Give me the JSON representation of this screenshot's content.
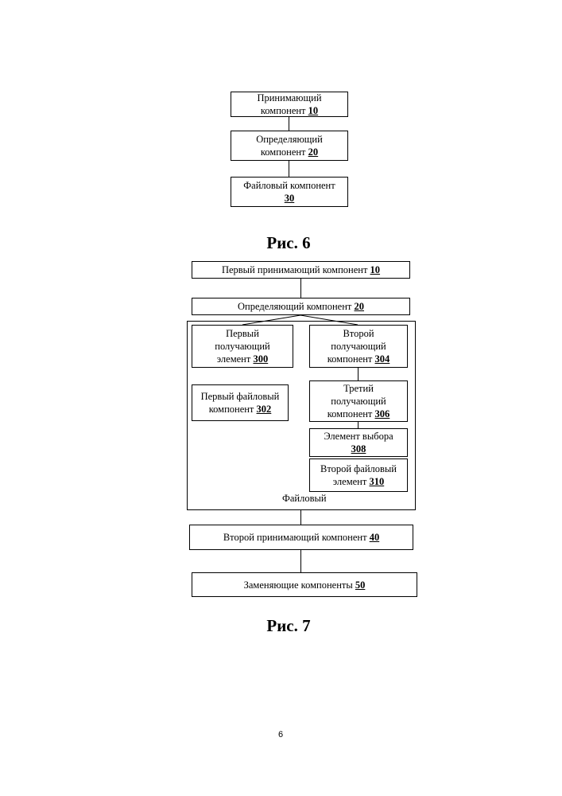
{
  "fig6": {
    "caption": "Рис. 6",
    "receiving": {
      "line1": "Принимающий",
      "line2": "компонент",
      "num": "10"
    },
    "determining": {
      "line1": "Определяющий",
      "line2": "компонент",
      "num": "20"
    },
    "file": {
      "line1": "Файловый компонент",
      "num": "30"
    }
  },
  "fig7": {
    "caption": "Рис. 7",
    "first_receiving": {
      "label": "Первый принимающий компонент",
      "num": "10"
    },
    "determining": {
      "label": "Определяющий компонент",
      "num": "20"
    },
    "first_obtaining": {
      "line1": "Первый",
      "line2": "получающий",
      "line3": "элемент",
      "num": "300"
    },
    "first_file": {
      "line1": "Первый файловый",
      "line2": "компонент",
      "num": "302"
    },
    "second_obtaining": {
      "line1": "Второй",
      "line2": "получающий",
      "line3": "компонент",
      "num": "304"
    },
    "third_obtaining": {
      "line1": "Третий",
      "line2": "получающий",
      "line3": "компонент",
      "num": "306"
    },
    "selection": {
      "line1": "Элемент выбора",
      "num": "308"
    },
    "second_file": {
      "line1": "Второй файловый",
      "line2": "элемент",
      "num": "310"
    },
    "container_label": "Файловый",
    "second_receiving": {
      "label": "Второй принимающий компонент",
      "num": "40"
    },
    "replacing": {
      "label": "Заменяющие компоненты",
      "num": "50"
    }
  },
  "page_number": "6"
}
